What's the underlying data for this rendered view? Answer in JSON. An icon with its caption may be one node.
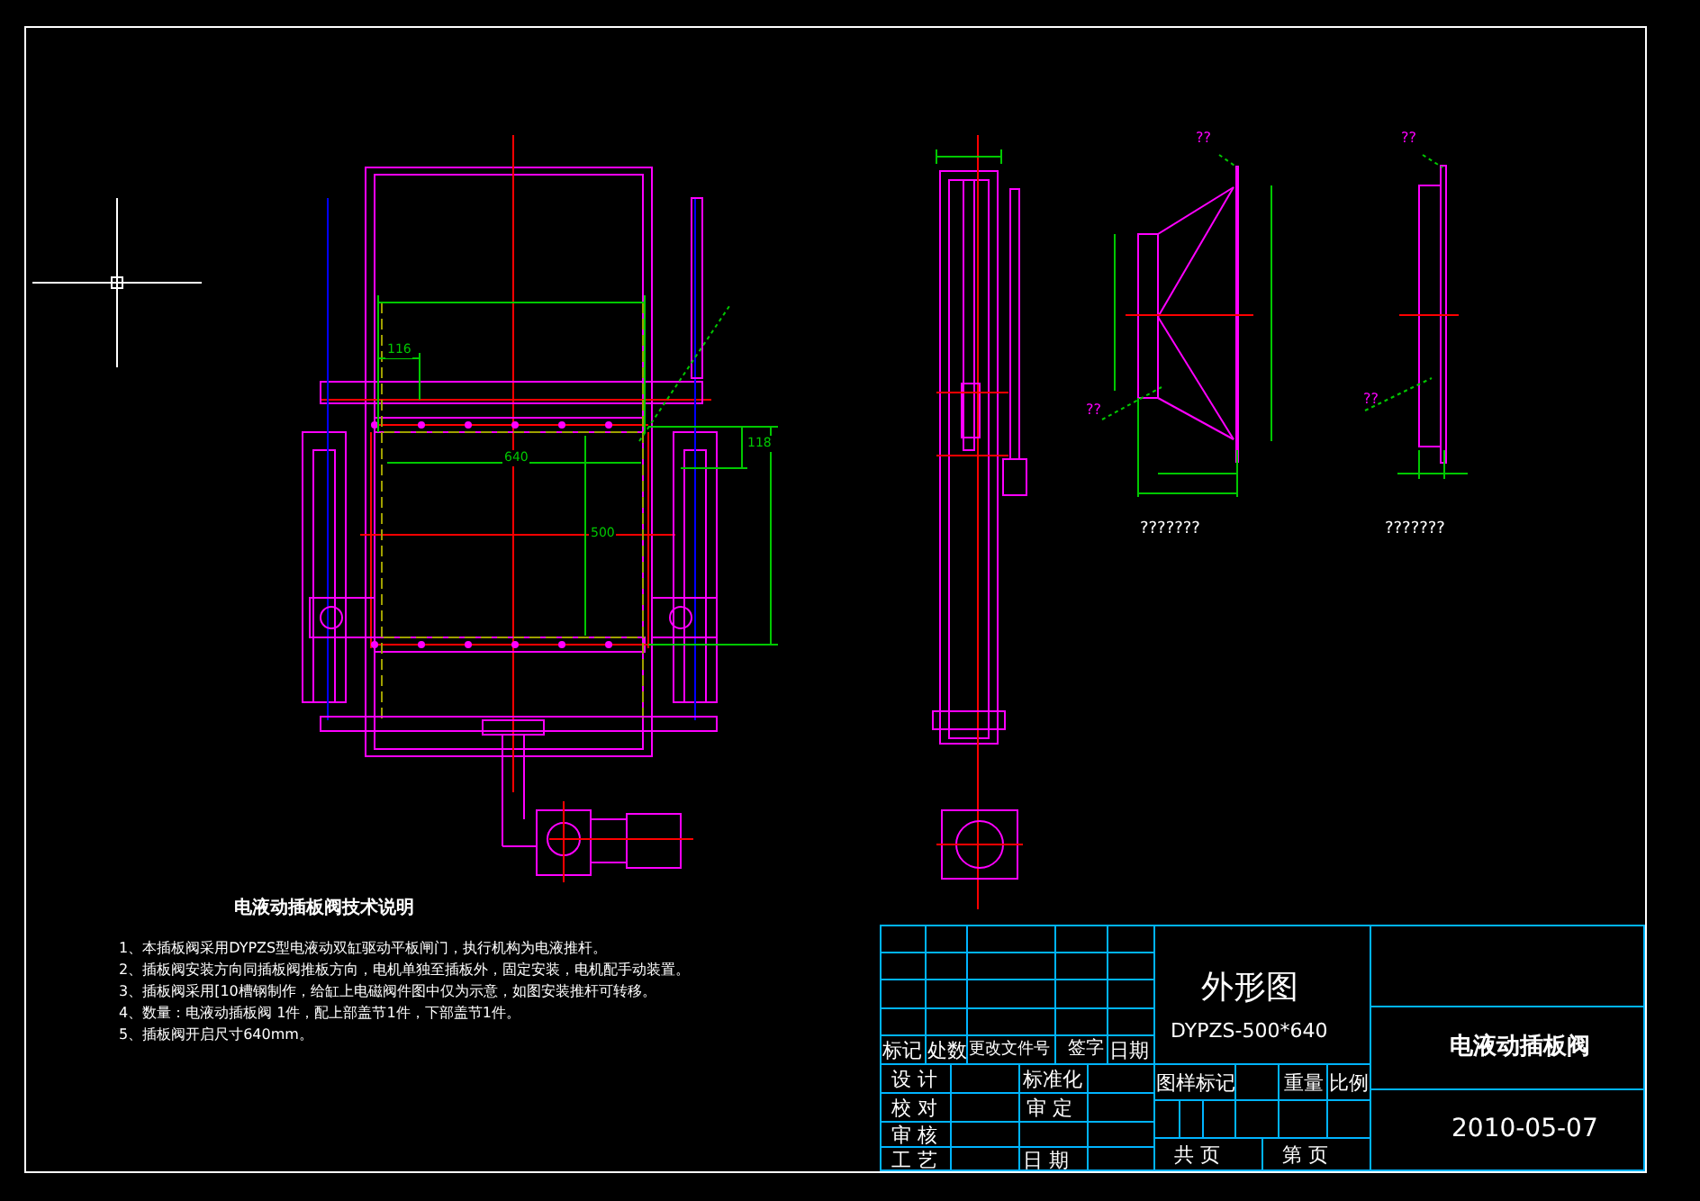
{
  "diagram": {
    "labels": [
      "??",
      "??",
      "116",
      "640",
      "500",
      "118",
      "??",
      "??",
      "???????",
      "???????",
      "电液动插板阀技术说明",
      "1、本插板阀采用DYPZS型电液动双缸驱动平板闸门，执行机构为电液推杆。",
      "2、插板阀安装方向同插板阀推板方向，电机单独至插板外，固定安装，电机配手动装置。",
      "3、插板阀采用[10槽钢制作，给缸上电磁阀件图中仅为示意，如图安装推杆可转移。",
      "4、数量：电液动插板阀 1件，配上部盖节1件，下部盖节1件。",
      "5、插板阀开启尺寸640mm。",
      "外形图",
      "DYPZS-500*640",
      "标记",
      "处数",
      "更改文件号",
      "签字",
      "日期",
      "设 计",
      "标准化",
      "校 对",
      "审 定",
      "审 核",
      "工 艺",
      "日 期",
      "图样标记",
      "重量",
      "比例",
      "共 页",
      "第 页",
      "电液动插板阀",
      "2010-05-07"
    ]
  }
}
